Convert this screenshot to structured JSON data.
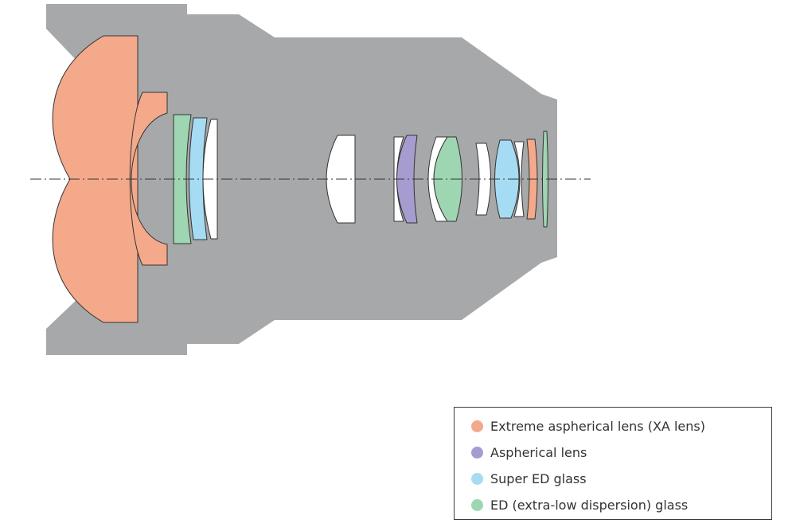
{
  "diagram": {
    "colors": {
      "barrel": "#a7a8aa",
      "plain_element": "#ffffff",
      "lens_outline": "#333333",
      "optical_axis": "#333333"
    }
  },
  "legend": {
    "items": [
      {
        "label": "Extreme aspherical lens (XA lens)",
        "color": "#f4a98b",
        "lens_type": "xa"
      },
      {
        "label": "Aspherical lens",
        "color": "#a79cd0",
        "lens_type": "aspherical"
      },
      {
        "label": "Super ED glass",
        "color": "#a6dcf3",
        "lens_type": "super-ed"
      },
      {
        "label": "ED (extra-low dispersion) glass",
        "color": "#9ed6b2",
        "lens_type": "ed"
      }
    ]
  }
}
